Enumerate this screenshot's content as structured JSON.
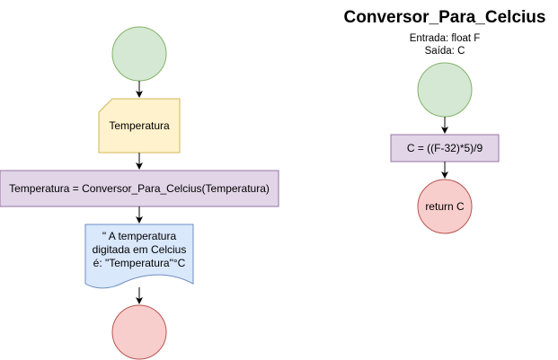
{
  "function_block": {
    "title": "Conversor_Para_Celcius",
    "input": "Entrada: float F",
    "output": "Saída: C",
    "process": "C = ((F-32)*5)/9",
    "end": "return C"
  },
  "main_flow": {
    "input": "Temperatura",
    "process": "Temperatura = Conversor_Para_Celcius(Temperatura)",
    "output_line1": "\" A temperatura",
    "output_line2": "digitada em Celcius",
    "output_line3": "é: \"Temperatura\"°C"
  },
  "colors": {
    "start_fill": "#d5e8d4",
    "start_stroke": "#82b366",
    "input_fill": "#fff2cc",
    "input_stroke": "#d6b656",
    "process_fill": "#e1d5e7",
    "process_stroke": "#9673a6",
    "doc_fill": "#dae8fc",
    "doc_stroke": "#6c8ebf",
    "end_fill": "#f8cecc",
    "end_stroke": "#b85450"
  }
}
